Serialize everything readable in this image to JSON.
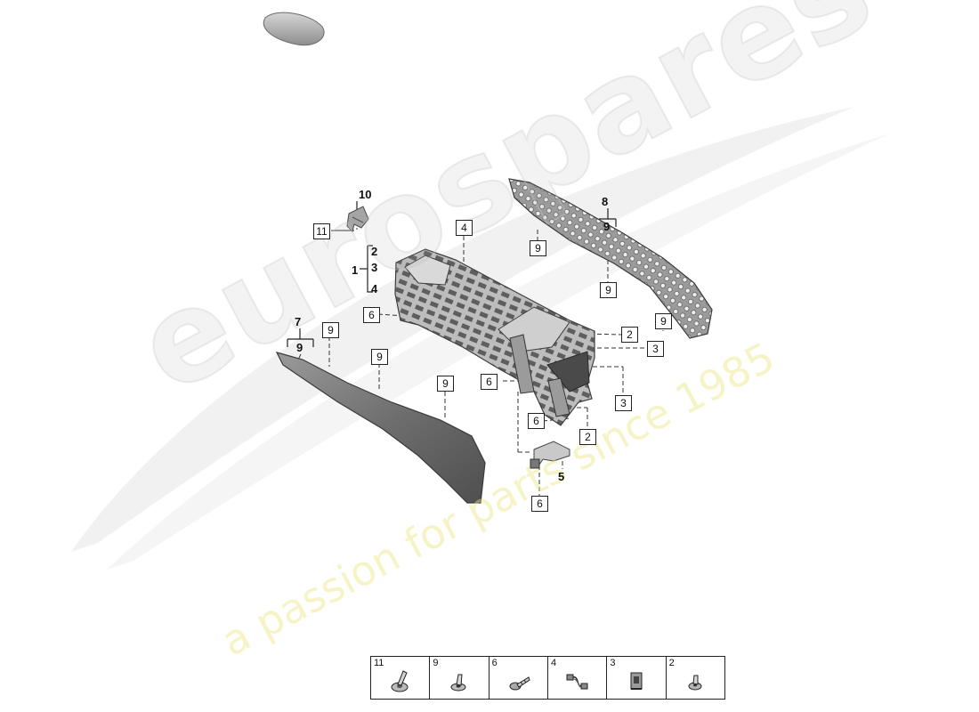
{
  "watermark": {
    "brand": "eurospares",
    "tagline": "a passion for parts since 1985"
  },
  "callouts": {
    "c10": "10",
    "c11": "11",
    "c1": "1",
    "c2a": "2",
    "c3a": "3",
    "c4a": "4",
    "box4": "4",
    "box6a": "6",
    "c8": "8",
    "c9a": "9",
    "box9a": "9",
    "box9b": "9",
    "box9c": "9",
    "c7": "7",
    "c9b": "9",
    "box9d": "9",
    "box9e": "9",
    "box9f": "9",
    "box2a": "2",
    "box3a": "3",
    "box6b": "6",
    "box3b": "3",
    "box6c": "6",
    "box2b": "2",
    "c5": "5",
    "box6d": "6"
  },
  "legend": [
    {
      "num": "11",
      "icon": "push-rivet-large-icon"
    },
    {
      "num": "9",
      "icon": "clip-icon"
    },
    {
      "num": "6",
      "icon": "screw-icon"
    },
    {
      "num": "4",
      "icon": "wiring-harness-icon"
    },
    {
      "num": "3",
      "icon": "retainer-nut-icon"
    },
    {
      "num": "2",
      "icon": "push-rivet-small-icon"
    }
  ]
}
